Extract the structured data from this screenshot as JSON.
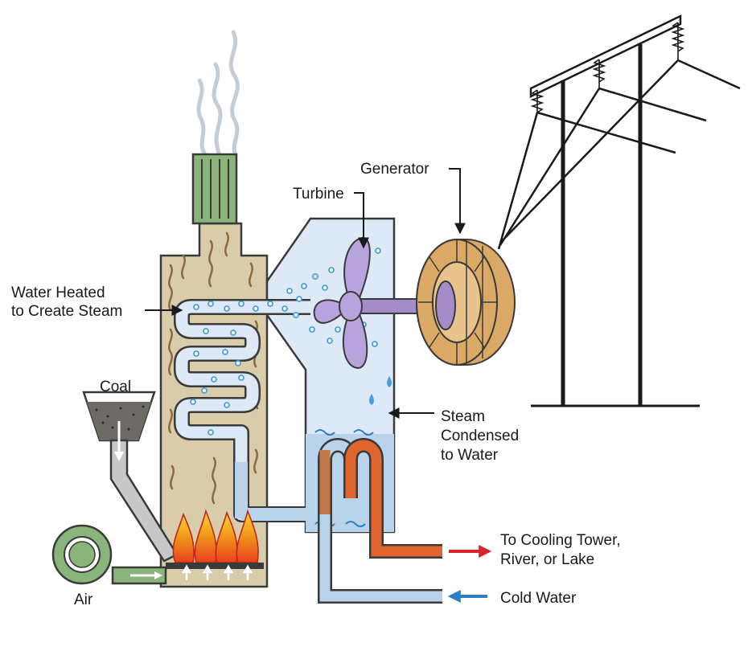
{
  "labels": {
    "generator": "Generator",
    "turbine": "Turbine",
    "water_heated_line1": "Water Heated",
    "water_heated_line2": "to Create Steam",
    "coal": "Coal",
    "steam_condensed_line1": "Steam",
    "steam_condensed_line2": "Condensed",
    "steam_condensed_line3": "to Water",
    "to_cooling_line1": "To Cooling Tower,",
    "to_cooling_line2": "River, or Lake",
    "cold_water": "Cold Water",
    "air": "Air"
  },
  "colors": {
    "boiler": "#d8ccaa",
    "stack": "#8ab57a",
    "water": "#b9d3ea",
    "condenser": "#dde9f6",
    "turbine": "#b8a4dc",
    "generator": "#d9a965",
    "hot_pipe": "#e0652e",
    "cold_pipe": "#b9d3ea",
    "hot_arrow": "#d6262c",
    "cold_arrow": "#2d7fc1",
    "fire": "#f2a21c",
    "steam_bubble": "#4aa0d8"
  }
}
